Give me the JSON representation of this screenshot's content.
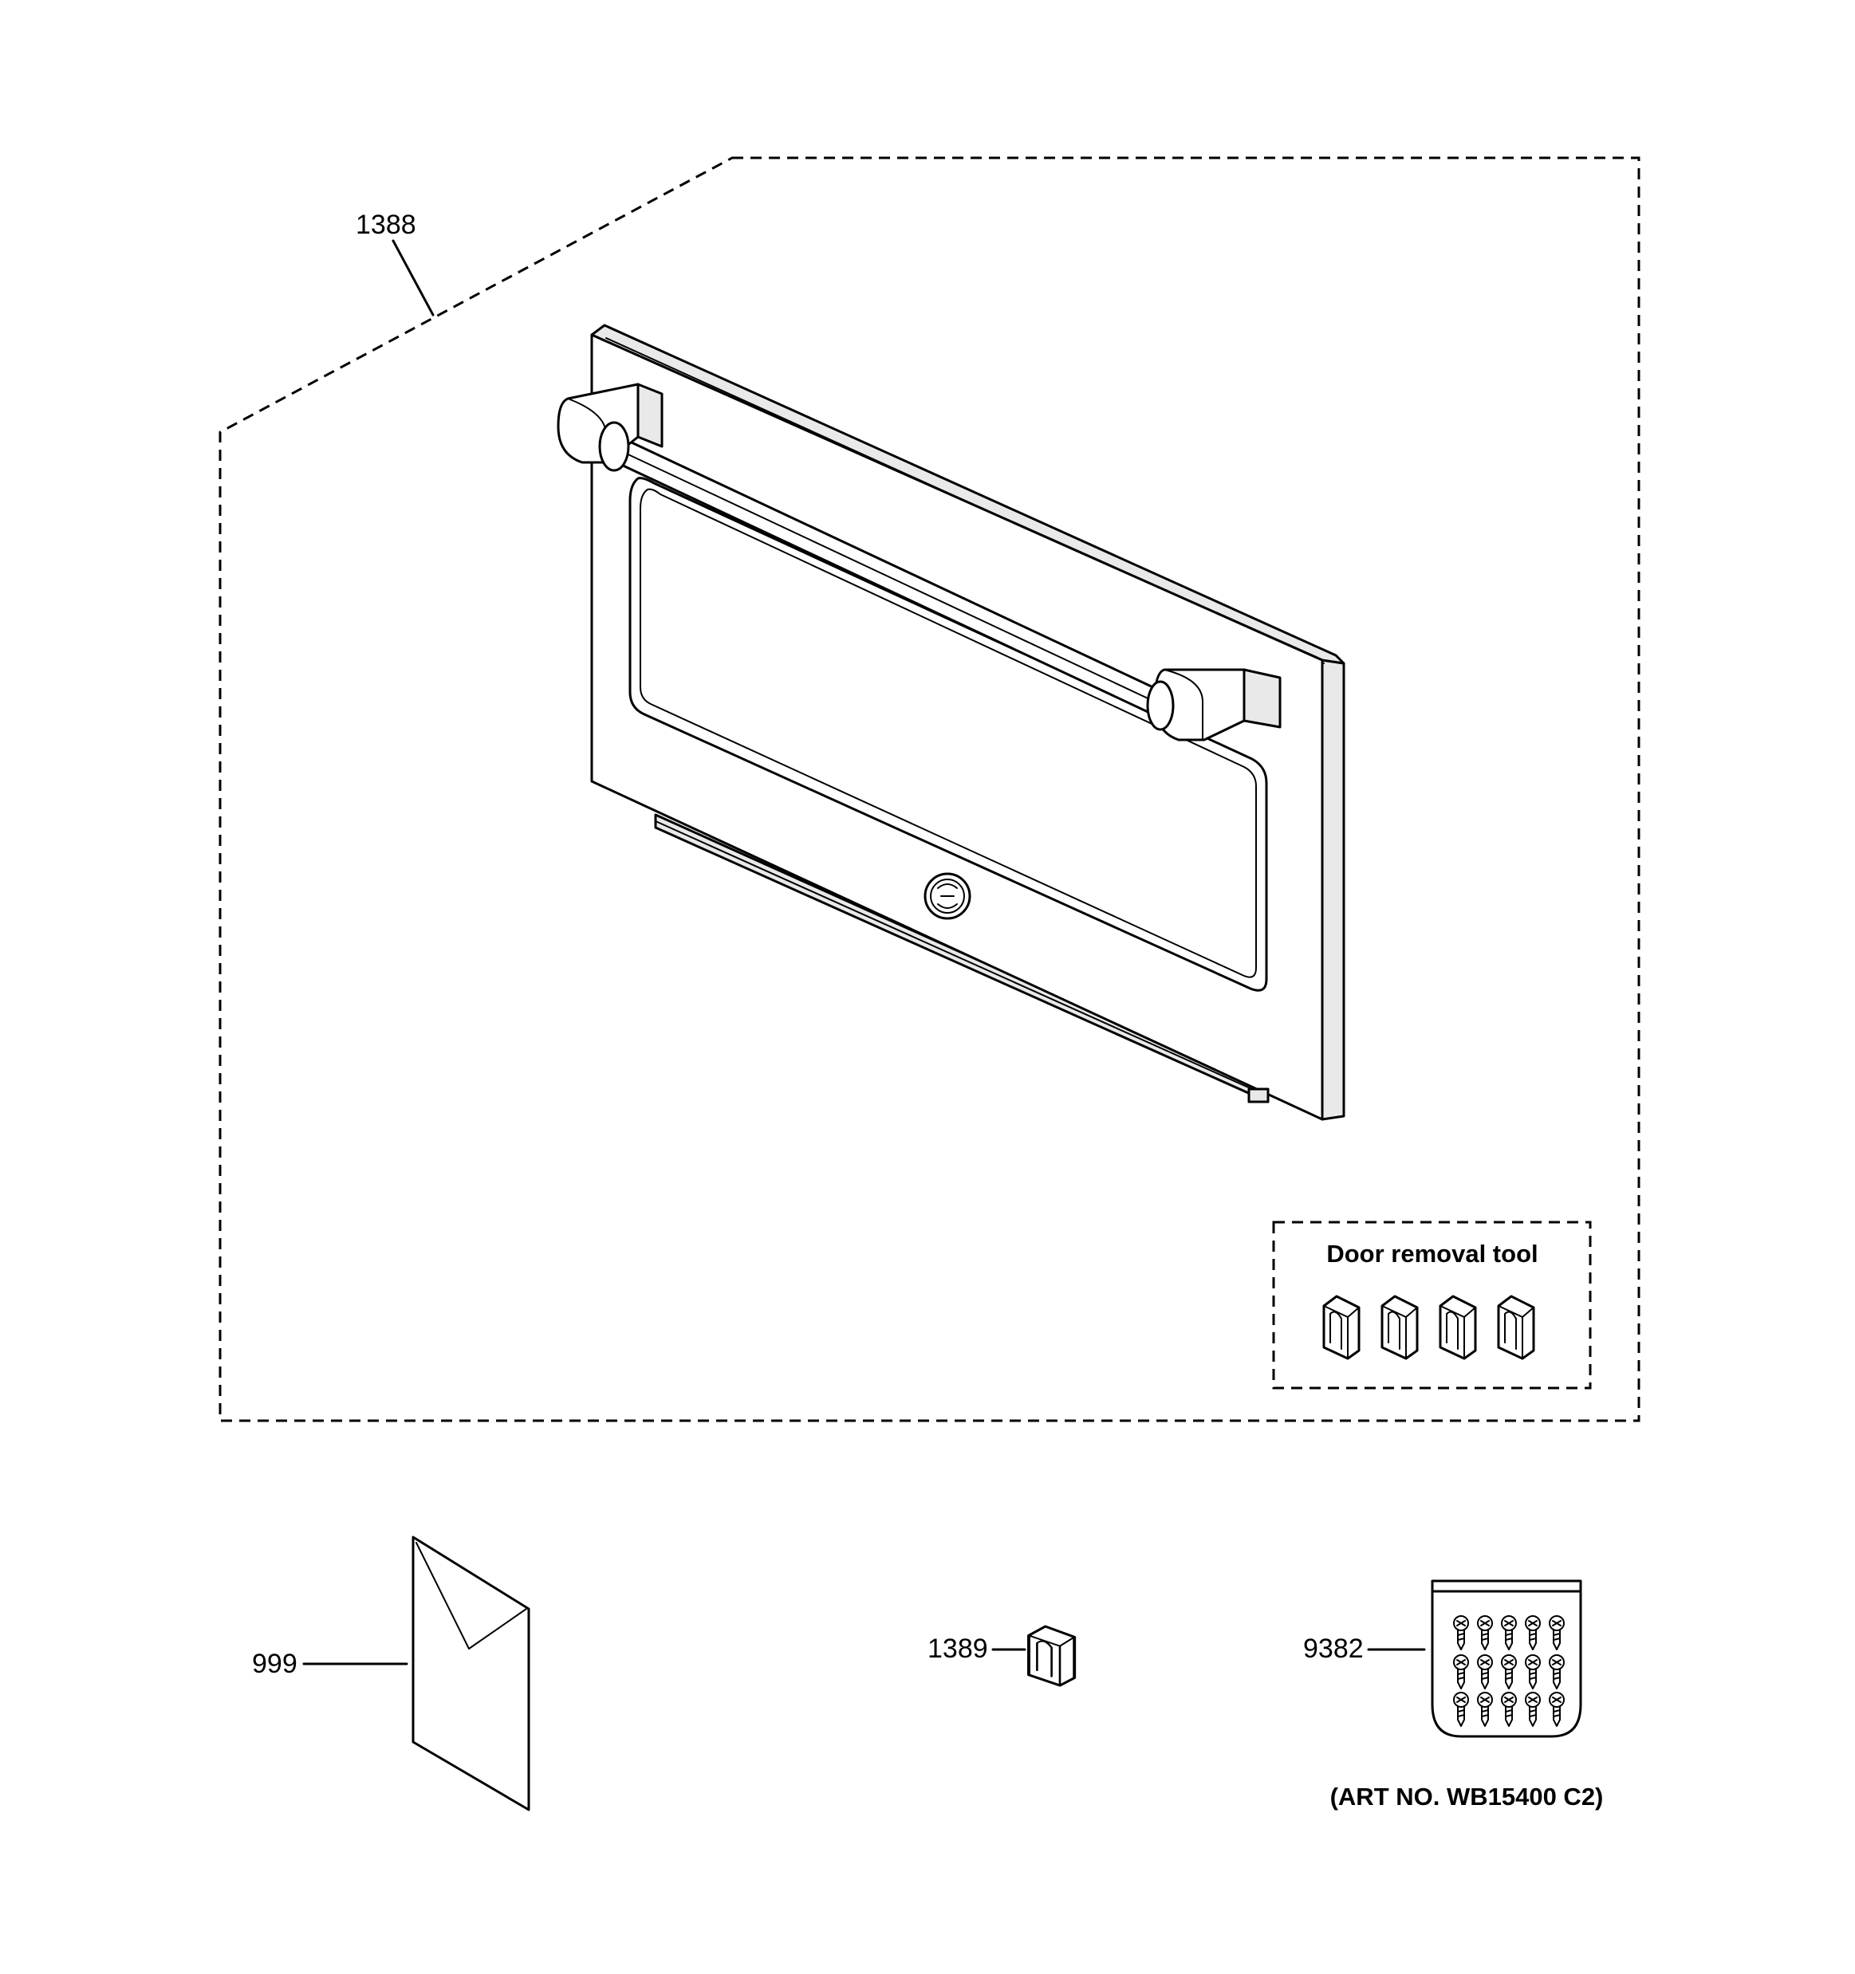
{
  "callouts": {
    "assembly": "1388",
    "literature": "999",
    "tool_part": "1389",
    "screw_kit": "9382"
  },
  "door_removal_tool_label": "Door removal tool",
  "screw_kit_art_no": "(ART NO. WB15400 C2)"
}
